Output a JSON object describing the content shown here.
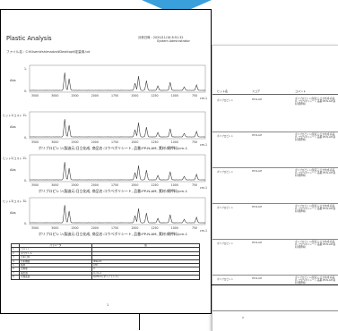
{
  "front_page": {
    "title": "Plastic Analysis",
    "date": "分析日時 : 2020/11/16 8:51:32",
    "user": "System Administrator",
    "file_path": "ファイル名 : C:¥Users¥shimadzu¥Desktop¥定量用.txt",
    "y_axis_label": "Abs",
    "x_axis_unit": "cm-1",
    "x_ticks": [
      "3500",
      "3000",
      "2500",
      "2000",
      "1750",
      "1500",
      "1250",
      "1000",
      "750"
    ],
    "y_ticks": [
      "1-",
      "0-"
    ],
    "panels": [
      {
        "label": "",
        "caption": ""
      },
      {
        "label": "ヒット1/コスト 1",
        "caption": "ポリプロピレン(製造元:日立化成, 商品名:コウベボリシート, 品番:PP-N-AM, 素材:綿押料)cm-1"
      },
      {
        "label": "ヒット2/コスト 2",
        "caption": "ポリプロピレン(製造元:日立化成, 商品名:コウベボリシート, 品番:PP-N-AM, 素材:綿押料)cm-1"
      },
      {
        "label": "ヒット3/コスト 3",
        "caption": "ポリプロピレン(製造元:日立化成, 商品名:コウベボリシート, 品番:PP-N-AM, 素材:綿押料)cm-1"
      }
    ],
    "table": {
      "headers": [
        "",
        "パラメータ",
        "値"
      ],
      "rows": [
        [
          "1",
          "コメント",
          ""
        ],
        [
          "2",
          "スペクトル",
          ""
        ],
        [
          "3",
          "分析日時",
          ""
        ],
        [
          "4",
          "分析機器",
          "IRSpirit"
        ],
        [
          "5",
          "積算",
          "ATR"
        ],
        [
          "6",
          "分解能",
          "4"
        ],
        [
          "7",
          "検出器",
          "4 cm-1"
        ],
        [
          "8",
          "付属装置",
          "QATR-S (ダイアモンド)"
        ]
      ]
    },
    "page_number": "1"
  },
  "back_page": {
    "headers": [
      "ヒット名",
      "スコア",
      "コメント"
    ],
    "rows": [
      {
        "c1": "ポリプロピレン",
        "c2": "PP-N-AM",
        "c3": "ポリプロピレン(製造元:日立化成,商品名:コウベボリシート,品番:PP-N-AM,素材:綿押料)"
      },
      {
        "c1": "ポリプロピレン",
        "c2": "PP-N-AM",
        "c3": "ポリプロピレン(製造元:日立化成,商品名:コウベボリシート,品番:PP-N-AM,素材:綿押料)"
      },
      {
        "c1": "ポリプロピレン",
        "c2": "PP-N-AM",
        "c3": "ポリプロピレン(製造元:日立化成,商品名:コウベボリシート,品番:PP-N-AM,素材:綿押料)"
      },
      {
        "c1": "ポリプロピレン",
        "c2": "PP-N-AM",
        "c3": "ポリプロピレン(製造元:日立化成,商品名:コウベボリシート,品番:PP-N-AM,素材:綿押料)"
      },
      {
        "c1": "ポリプロピレン",
        "c2": "PP-N-AM",
        "c3": "ポリプロピレン(製造元:日立化成,商品名:コウベボリシート,品番:PP-N-AM,素材:綿押料)"
      },
      {
        "c1": "ポリプロピレン",
        "c2": "PP-N-AM",
        "c3": "ポリプロピレン(製造元:日立化成,商品名:コウベボリシート,品番:PP-N-AM,素材:綿押料)"
      }
    ],
    "page_number": "2"
  },
  "colors": {
    "arrow": "#3aa0dc",
    "trace": "#3a3a3a",
    "border": "#000000"
  },
  "icons": {
    "top": "arrow-down-icon"
  }
}
